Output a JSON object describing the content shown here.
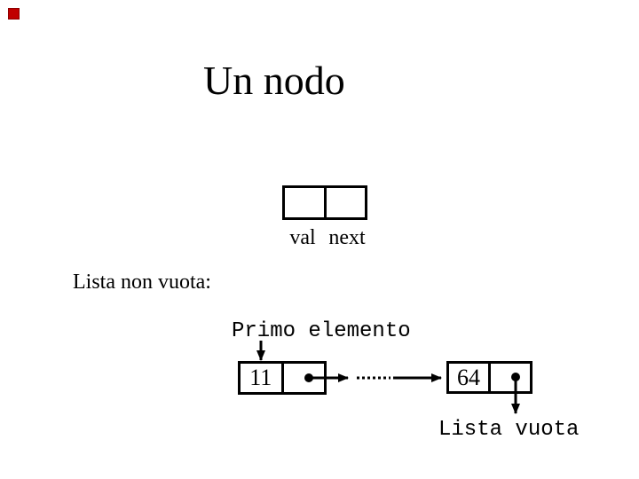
{
  "slide": {
    "title": "Un nodo",
    "background_color": "#ffffff",
    "text_color": "#000000",
    "corner_marker_color": "#c00000"
  },
  "node_diagram": {
    "val_label": "val",
    "next_label": "next"
  },
  "list_section": {
    "heading": "Lista non vuota:",
    "first_element_label": "Primo elemento",
    "nodes": [
      {
        "value": "11"
      },
      {
        "value": "64"
      }
    ],
    "empty_list_label": "Lista vuota"
  }
}
